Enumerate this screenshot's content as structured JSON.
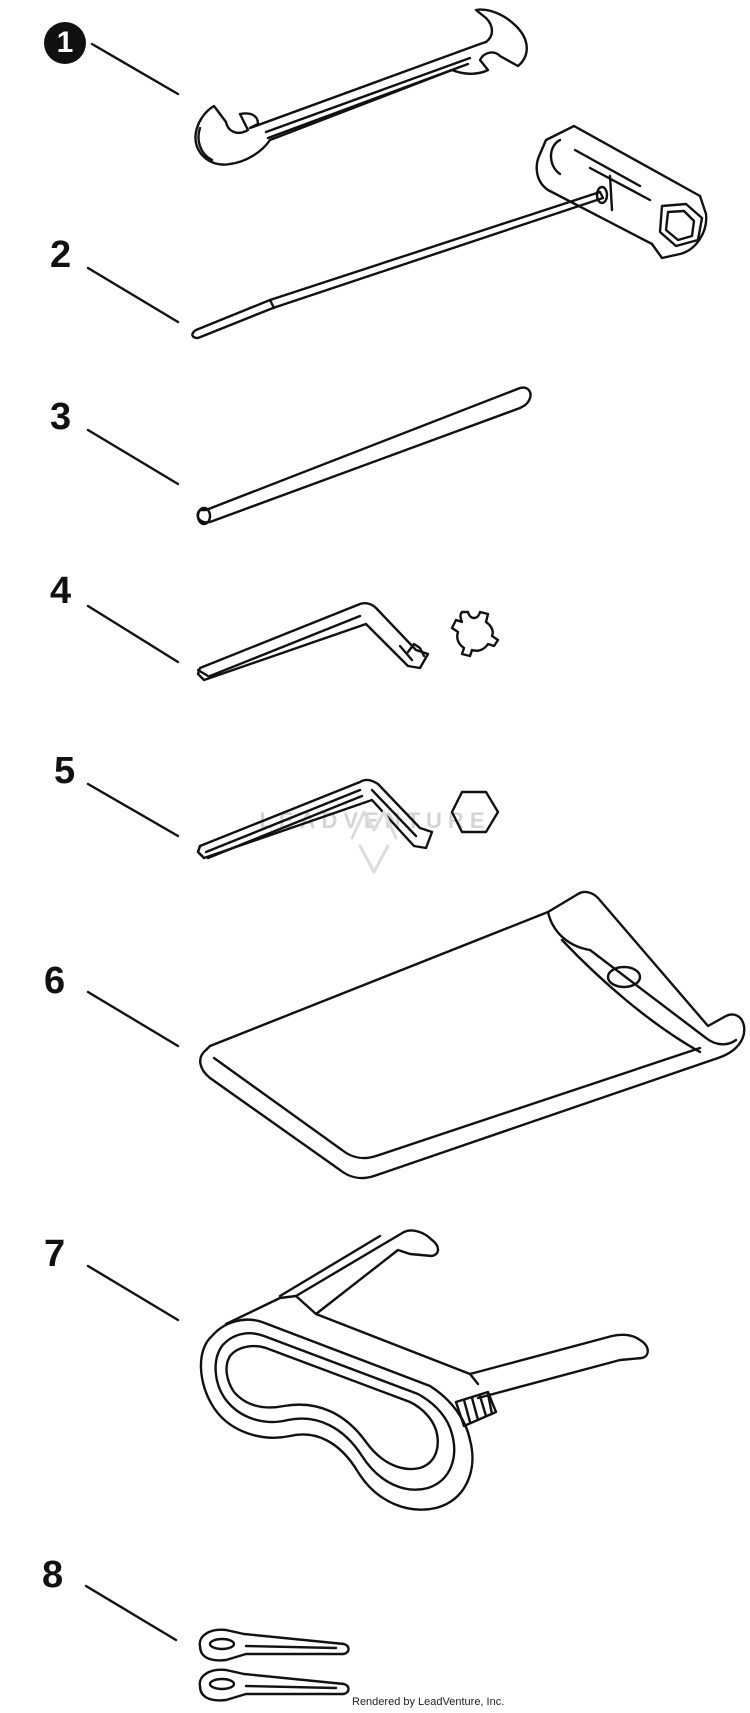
{
  "callouts": [
    {
      "id": "1",
      "label": "1"
    },
    {
      "id": "2",
      "label": "2"
    },
    {
      "id": "3",
      "label": "3"
    },
    {
      "id": "4",
      "label": "4"
    },
    {
      "id": "5",
      "label": "5"
    },
    {
      "id": "6",
      "label": "6"
    },
    {
      "id": "7",
      "label": "7"
    },
    {
      "id": "8",
      "label": "8"
    }
  ],
  "watermark": "LEADVENTURE",
  "credit": "Rendered by LeadVenture, Inc.",
  "colors": {
    "ink": "#111111",
    "background": "#ffffff",
    "watermark": "#d4d4d4"
  }
}
